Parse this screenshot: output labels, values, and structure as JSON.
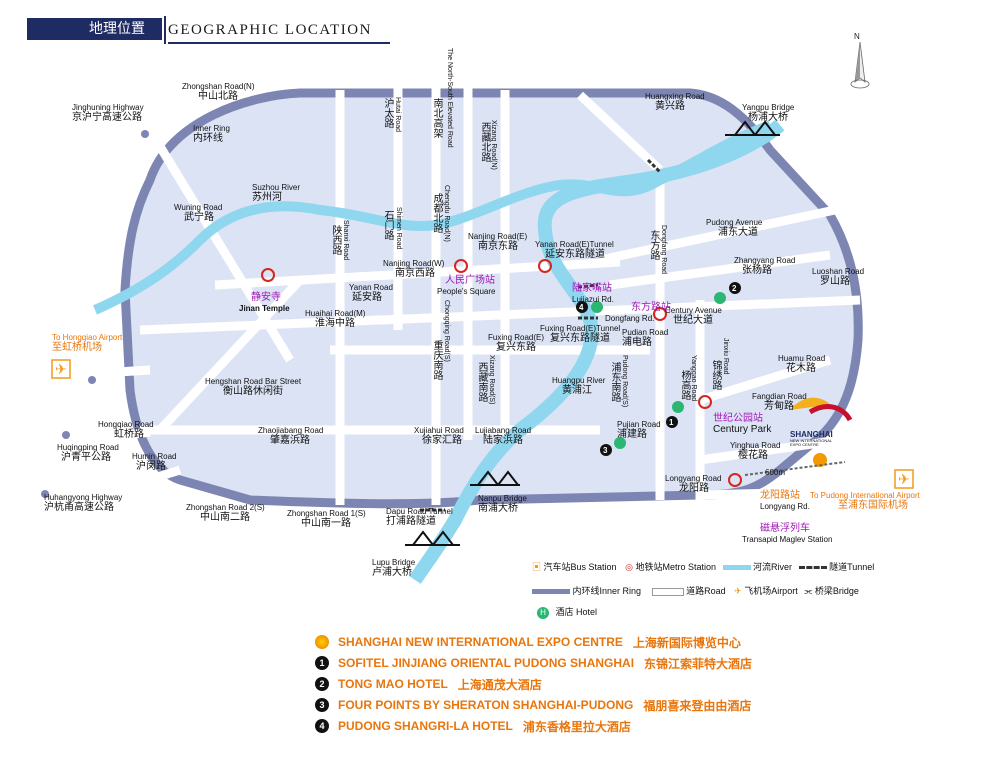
{
  "header": {
    "title_zh": "地理位置",
    "title_en": "GEOGRAPHIC LOCATION"
  },
  "compass": {
    "label": "N"
  },
  "map": {
    "colors": {
      "ring": "#7d86b3",
      "fill": "#dbe3f5",
      "river": "#8fd7ee",
      "road": "#ffffff",
      "airport": "#f29a1a",
      "hotel": "#2bb673",
      "metro": "#d7261e",
      "accent": "#e8760d",
      "metro_label": "#a218b8"
    },
    "roads": {
      "zhongshan_n": {
        "en": "Zhongshan Road(N)",
        "zh": "中山北路"
      },
      "jinghuning": {
        "en": "Jinghuning Highway",
        "zh": "京沪宁高速公路"
      },
      "inner_ring": {
        "en": "Inner Ring",
        "zh": "内环线"
      },
      "suzhou_river": {
        "en": "Suzhou River",
        "zh": "苏州河"
      },
      "wuning": {
        "en": "Wuning Road",
        "zh": "武宁路"
      },
      "yanan_w": {
        "en": "Yanan Road",
        "zh": "延安路"
      },
      "huaihai": {
        "en": "Huaihai Road(M)",
        "zh": "淮海中路"
      },
      "hengshan": {
        "en": "Hengshan Road Bar Street",
        "zh": "衡山路休闲街"
      },
      "hongqiao_rd": {
        "en": "Hongqiao Road",
        "zh": "虹桥路"
      },
      "huqingping": {
        "en": "Huqingping Road",
        "zh": "沪青平公路"
      },
      "humin": {
        "en": "Humin Road",
        "zh": "沪闵路"
      },
      "huhangyong": {
        "en": "Huhangyong Highway",
        "zh": "沪杭甬高速公路"
      },
      "zhongshan_s2": {
        "en": "Zhongshan Road 2(S)",
        "zh": "中山南二路"
      },
      "zhongshan_s1": {
        "en": "Zhongshan Road 1(S)",
        "zh": "中山南一路"
      },
      "zhaojiabang": {
        "en": "Zhaojiabang Road",
        "zh": "肇嘉浜路"
      },
      "xujiahui": {
        "en": "Xujiahui Road",
        "zh": "徐家汇路"
      },
      "lujiabang": {
        "en": "Lujiabang Road",
        "zh": "陆家浜路"
      },
      "dapu": {
        "en": "Dapu Road Tunnel",
        "zh": "打浦路隧道"
      },
      "lupu": {
        "en": "Lupu Bridge",
        "zh": "卢浦大桥"
      },
      "nanpu": {
        "en": "Nanpu Bridge",
        "zh": "南浦大桥"
      },
      "huangpu_river": {
        "en": "Huangpu River",
        "zh": "黄浦江"
      },
      "hutai": {
        "en": "Hutai Road",
        "zh": "沪太路"
      },
      "north_south": {
        "en": "The North-South Elevated Road",
        "zh": "南北高架"
      },
      "xizang_n": {
        "en": "Xizang Road(N)",
        "zh": "西藏北路"
      },
      "chengdu": {
        "en": "Chengdu Road(N)",
        "zh": "成都北路"
      },
      "shimen": {
        "en": "Shimen Road",
        "zh": "石门路"
      },
      "shanxi": {
        "en": "Shanxi Road",
        "zh": "陕西路"
      },
      "nanjing_w": {
        "en": "Nanjing Road(W)",
        "zh": "南京西路"
      },
      "nanjing_e": {
        "en": "Nanjing Road(E)",
        "zh": "南京东路"
      },
      "peoples_square": {
        "en": "People's Square",
        "zh": "人民广场站"
      },
      "jinan_temple": {
        "en": "Jinan Temple",
        "zh": "静安寺"
      },
      "yanan_e_tunnel": {
        "en": "Yanan Road(E)Tunnel",
        "zh": "延安东路隧道"
      },
      "fuxing_e": {
        "en": "Fuxing Road(E)",
        "zh": "复兴东路"
      },
      "fuxing_tunnel": {
        "en": "Fuxing Road(E)Tunnel",
        "zh": "复兴东路隧道"
      },
      "chongqing_s": {
        "en": "Chongqing Road(S)",
        "zh": "重庆南路"
      },
      "xizang_s": {
        "en": "Xizang Road(S)",
        "zh": "西藏南路"
      },
      "huangxing": {
        "en": "Huangxing Road",
        "zh": "黄兴路"
      },
      "yangpu_bridge": {
        "en": "Yangpu Bridge",
        "zh": "杨浦大桥"
      },
      "pudong_ave": {
        "en": "Pudong Avenue",
        "zh": "浦东大道"
      },
      "dongfang": {
        "en": "Dongfang Road",
        "zh": "东方路"
      },
      "zhangyang": {
        "en": "Zhangyang Road",
        "zh": "张杨路"
      },
      "luoshan": {
        "en": "Luoshan Road",
        "zh": "罗山路"
      },
      "lujiazui": {
        "en": "Lujiazui Rd.",
        "zh": "陆家嘴站"
      },
      "dongfang_rd": {
        "en": "Dongfang Rd.",
        "zh": "东方路站"
      },
      "century_ave": {
        "en": "Century Avenue",
        "zh": "世纪大道"
      },
      "pudian": {
        "en": "Pudian Road",
        "zh": "浦电路"
      },
      "pudong_s": {
        "en": "Pudong Road(S)",
        "zh": "浦东南路"
      },
      "yanggao": {
        "en": "Yanggao Road",
        "zh": "杨高路"
      },
      "jinxiu": {
        "en": "Jinxiu Road",
        "zh": "锦绣路"
      },
      "huamu": {
        "en": "Huamu Road",
        "zh": "花木路"
      },
      "fangdian": {
        "en": "Fangdian Road",
        "zh": "芳甸路"
      },
      "century_park": {
        "en": "Century Park",
        "zh": "世纪公园站"
      },
      "yinghua": {
        "en": "Yinghua Road",
        "zh": "樱花路"
      },
      "pujian": {
        "en": "Pujian Road",
        "zh": "浦建路"
      },
      "longyang_road": {
        "en": "Longyang Road",
        "zh": "龙阳路"
      },
      "longyang_stn": {
        "en": "Longyang Rd.",
        "zh": "龙阳路站"
      },
      "maglev": {
        "en": "Transapid Maglev Station",
        "zh": "磁悬浮列车"
      }
    },
    "airports": {
      "hongqiao": {
        "en": "To Hongqiao Airport",
        "zh": "至虹桥机场"
      },
      "pudong": {
        "en": "To Pudong International Airport",
        "zh": "至浦东国际机场"
      }
    },
    "distance": "600m",
    "expo_logo": {
      "title": "SHANGHAI",
      "sub": "NEW INTERNATIONAL EXPO CENTRE"
    }
  },
  "legend": {
    "bus": "汽车站Bus Station",
    "metro": "地铁站Metro Station",
    "river": "河流River",
    "tunnel": "隧道Tunnel",
    "inner_ring": "内环线Inner Ring",
    "road": "道路Road",
    "airport": "飞机场Airport",
    "bridge": "桥梁Bridge",
    "hotel": "酒店 Hotel",
    "hotel_symbol": "H"
  },
  "hotels": [
    {
      "marker": "",
      "en": "SHANGHAI NEW INTERNATIONAL EXPO CENTRE",
      "zh": "上海新国际博览中心"
    },
    {
      "marker": "1",
      "en": "SOFITEL JINJIANG ORIENTAL PUDONG SHANGHAI",
      "zh": "东锦江索菲特大酒店"
    },
    {
      "marker": "2",
      "en": "TONG MAO HOTEL",
      "zh": "上海通茂大酒店"
    },
    {
      "marker": "3",
      "en": "FOUR POINTS BY SHERATON SHANGHAI-PUDONG",
      "zh": "福朋喜来登由由酒店"
    },
    {
      "marker": "4",
      "en": "PUDONG SHANGRI-LA HOTEL",
      "zh": "浦东香格里拉大酒店"
    }
  ]
}
